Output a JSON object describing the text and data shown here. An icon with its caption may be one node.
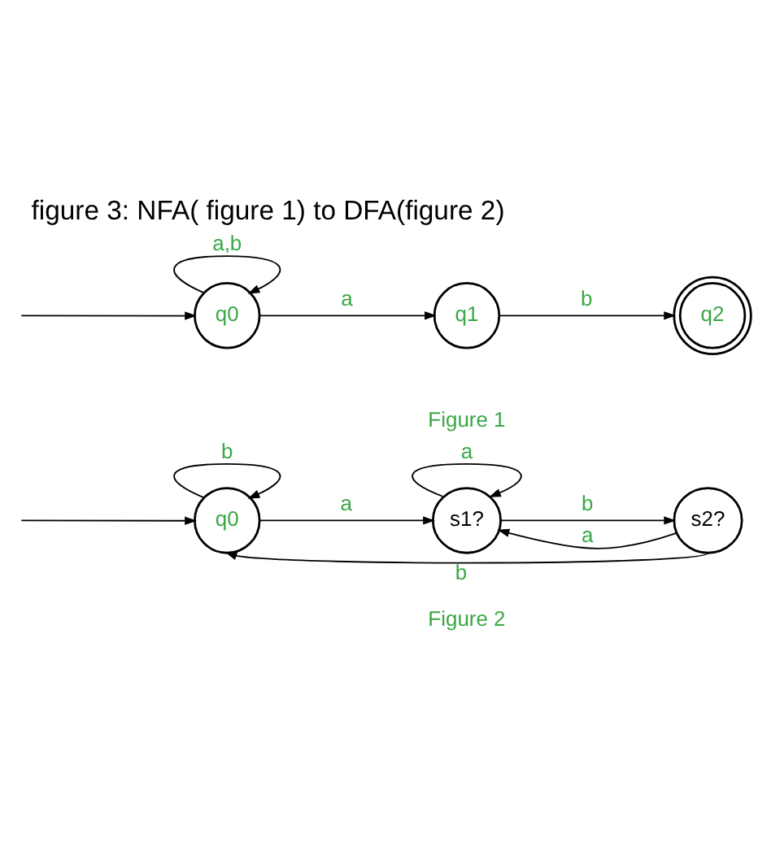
{
  "diagram": {
    "title": "figure 3: NFA( figure 1) to DFA(figure 2)",
    "nodes": [
      {
        "text": [
          "q0"
        ]
      },
      {
        "text": [
          "q1"
        ]
      },
      {
        "text": [
          "q2"
        ]
      },
      {
        "text": [
          "q0"
        ]
      },
      {
        "text": [
          "s1?"
        ]
      },
      {
        "text": [
          "s2?"
        ]
      }
    ],
    "edges": [
      {
        "from": null,
        "to": 0,
        "arrow": "to"
      },
      {
        "from": 0,
        "to": 0,
        "arrow": "to",
        "label": "a,b"
      },
      {
        "from": 0,
        "to": 1,
        "arrow": "to",
        "label": "a"
      },
      {
        "from": 1,
        "to": 2,
        "arrow": "to",
        "label": "b"
      },
      {
        "from": null,
        "to": 3,
        "arrow": "to"
      },
      {
        "from": 3,
        "to": 3,
        "arrow": "to",
        "label": "b"
      },
      {
        "from": 3,
        "to": 4,
        "arrow": "to",
        "label": "a"
      },
      {
        "from": 4,
        "to": 4,
        "arrow": "to",
        "label": "a"
      },
      {
        "from": 4,
        "to": 5,
        "arrow": "to",
        "label": "b"
      },
      {
        "from": 5,
        "to": 4,
        "arrow": "to",
        "label": "a"
      },
      {
        "from": 5,
        "to": 3,
        "arrow": "to",
        "label": "b"
      }
    ],
    "labels": [
      "Figure 1",
      "Figure 2"
    ]
  }
}
